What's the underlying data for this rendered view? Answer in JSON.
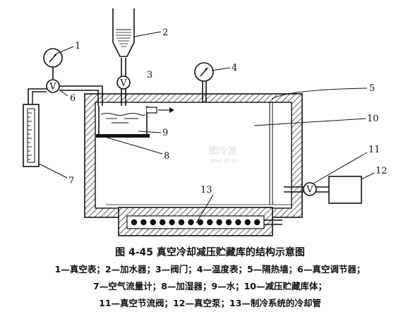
{
  "labels": {
    "n1": "1",
    "n2": "2",
    "n3": "3",
    "n4": "4",
    "n5": "5",
    "n6": "6",
    "n7": "7",
    "n8": "8",
    "n9": "9",
    "n10": "10",
    "n11": "11",
    "n12": "12",
    "n13": "13"
  },
  "gauge_symbol": "V",
  "watermark": {
    "main": "图冷源",
    "sub": "www.zhl.cn"
  },
  "caption": {
    "title": "图 4-45   真空冷却减压贮藏库的结构示意图",
    "legend_line1": "1—真空表；2—加水器；3—阀门；4—温度表；5—隔热墙；6—真空调节器；",
    "legend_line2": "7—空气流量计；8—加湿器；9—水；10—减压贮藏库体；",
    "legend_line3": "11—真空节流阀；12—真空泵；13—制冷系统的冷却管"
  }
}
